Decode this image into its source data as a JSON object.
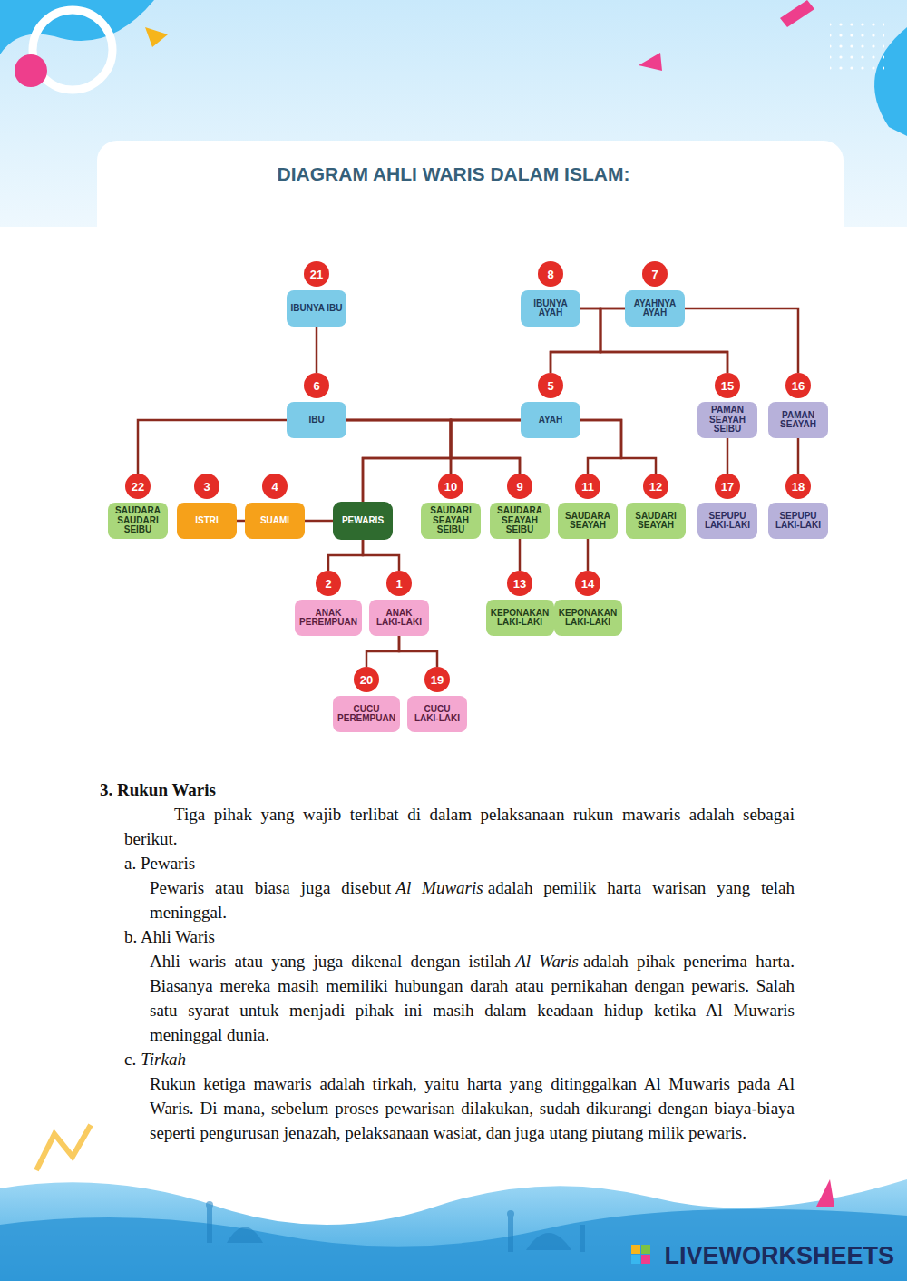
{
  "diagram": {
    "title": "DIAGRAM AHLI WARIS DALAM ISLAM:",
    "nodes": [
      {
        "text": [
          "21",
          "IBUNYA IBU"
        ]
      },
      {
        "text": [
          "8",
          "IBUNYA AYAH"
        ]
      },
      {
        "text": [
          "7",
          "AYAHNYA AYAH"
        ]
      },
      {
        "text": [
          "6",
          "IBU"
        ]
      },
      {
        "text": [
          "5",
          "AYAH"
        ]
      },
      {
        "text": [
          "15",
          "PAMAN SEAYAH SEIBU"
        ]
      },
      {
        "text": [
          "16",
          "PAMAN SEAYAH"
        ]
      },
      {
        "text": [
          "22",
          "SAUDARA SAUDARI SEIBU"
        ]
      },
      {
        "text": [
          "3",
          "ISTRI"
        ]
      },
      {
        "text": [
          "4",
          "SUAMI"
        ]
      },
      {
        "text": [
          "PEWARIS"
        ]
      },
      {
        "text": [
          "10",
          "SAUDARI SEAYAH SEIBU"
        ]
      },
      {
        "text": [
          "9",
          "SAUDARA SEAYAH SEIBU"
        ]
      },
      {
        "text": [
          "11",
          "SAUDARA SEAYAH"
        ]
      },
      {
        "text": [
          "12",
          "SAUDARI SEAYAH"
        ]
      },
      {
        "text": [
          "17",
          "SEPUPU LAKI-LAKI"
        ]
      },
      {
        "text": [
          "18",
          "SEPUPU LAKI-LAKI"
        ]
      },
      {
        "text": [
          "2",
          "ANAK PEREMPUAN"
        ]
      },
      {
        "text": [
          "1",
          "ANAK LAKI-LAKI"
        ]
      },
      {
        "text": [
          "13",
          "KEPONAKAN LAKI-LAKI"
        ]
      },
      {
        "text": [
          "14",
          "KEPONAKAN LAKI-LAKI"
        ]
      },
      {
        "text": [
          "20",
          "CUCU PEREMPUAN"
        ]
      },
      {
        "text": [
          "19",
          "CUCU LAKI-LAKI"
        ]
      }
    ],
    "edges": [
      {
        "from": 0,
        "to": 3,
        "arrow": "none"
      },
      {
        "from": 1,
        "to": 4,
        "arrow": "none"
      },
      {
        "from": 2,
        "to": 4,
        "arrow": "none"
      },
      {
        "from": 1,
        "to": 5,
        "arrow": "none"
      },
      {
        "from": 2,
        "to": 5,
        "arrow": "none"
      },
      {
        "from": 2,
        "to": 6,
        "arrow": "none"
      },
      {
        "from": 5,
        "to": 15,
        "arrow": "none"
      },
      {
        "from": 6,
        "to": 16,
        "arrow": "none"
      },
      {
        "from": 3,
        "to": 7,
        "arrow": "none"
      },
      {
        "from": 3,
        "to": 10,
        "arrow": "none"
      },
      {
        "from": 3,
        "to": 11,
        "arrow": "none"
      },
      {
        "from": 3,
        "to": 12,
        "arrow": "none"
      },
      {
        "from": 4,
        "to": 10,
        "arrow": "none"
      },
      {
        "from": 4,
        "to": 11,
        "arrow": "none"
      },
      {
        "from": 4,
        "to": 12,
        "arrow": "none"
      },
      {
        "from": 4,
        "to": 13,
        "arrow": "none"
      },
      {
        "from": 4,
        "to": 14,
        "arrow": "none"
      },
      {
        "from": 8,
        "to": 9,
        "arrow": "none"
      },
      {
        "from": 9,
        "to": 10,
        "arrow": "none"
      },
      {
        "from": 10,
        "to": 17,
        "arrow": "none"
      },
      {
        "from": 10,
        "to": 18,
        "arrow": "none"
      },
      {
        "from": 18,
        "to": 21,
        "arrow": "none"
      },
      {
        "from": 18,
        "to": 22,
        "arrow": "none"
      },
      {
        "from": 12,
        "to": 19,
        "arrow": "none"
      },
      {
        "from": 13,
        "to": 20,
        "arrow": "none"
      }
    ],
    "labels": [
      "3. Rukun Waris",
      "Tiga pihak yang wajib terlibat di dalam pelaksanaan rukun mawaris adalah sebagai berikut.",
      "a. Pewaris",
      "Pewaris atau biasa juga disebut",
      "Al Muwaris",
      "adalah pemilik harta warisan yang telah meninggal.",
      "b. Ahli Waris",
      "Ahli waris atau yang juga dikenal dengan istilah",
      "Al Waris",
      "adalah pihak penerima harta. Biasanya mereka masih memiliki hubungan darah atau pernikahan dengan pewaris. Salah satu syarat untuk menjadi pihak ini masih dalam keadaan hidup ketika Al Muwaris meninggal dunia.",
      "c.",
      "Tirkah",
      "Rukun ketiga mawaris adalah tirkah, yaitu harta yang ditinggalkan Al Muwaris pada Al Waris. Di mana, sebelum proses pewarisan dilakukan, sudah dikurangi dengan biaya-biaya seperti pengurusan jenazah, pelaksanaan wasiat, dan juga utang piutang milik pewaris.",
      "LIVEWORKSHEETS"
    ]
  }
}
